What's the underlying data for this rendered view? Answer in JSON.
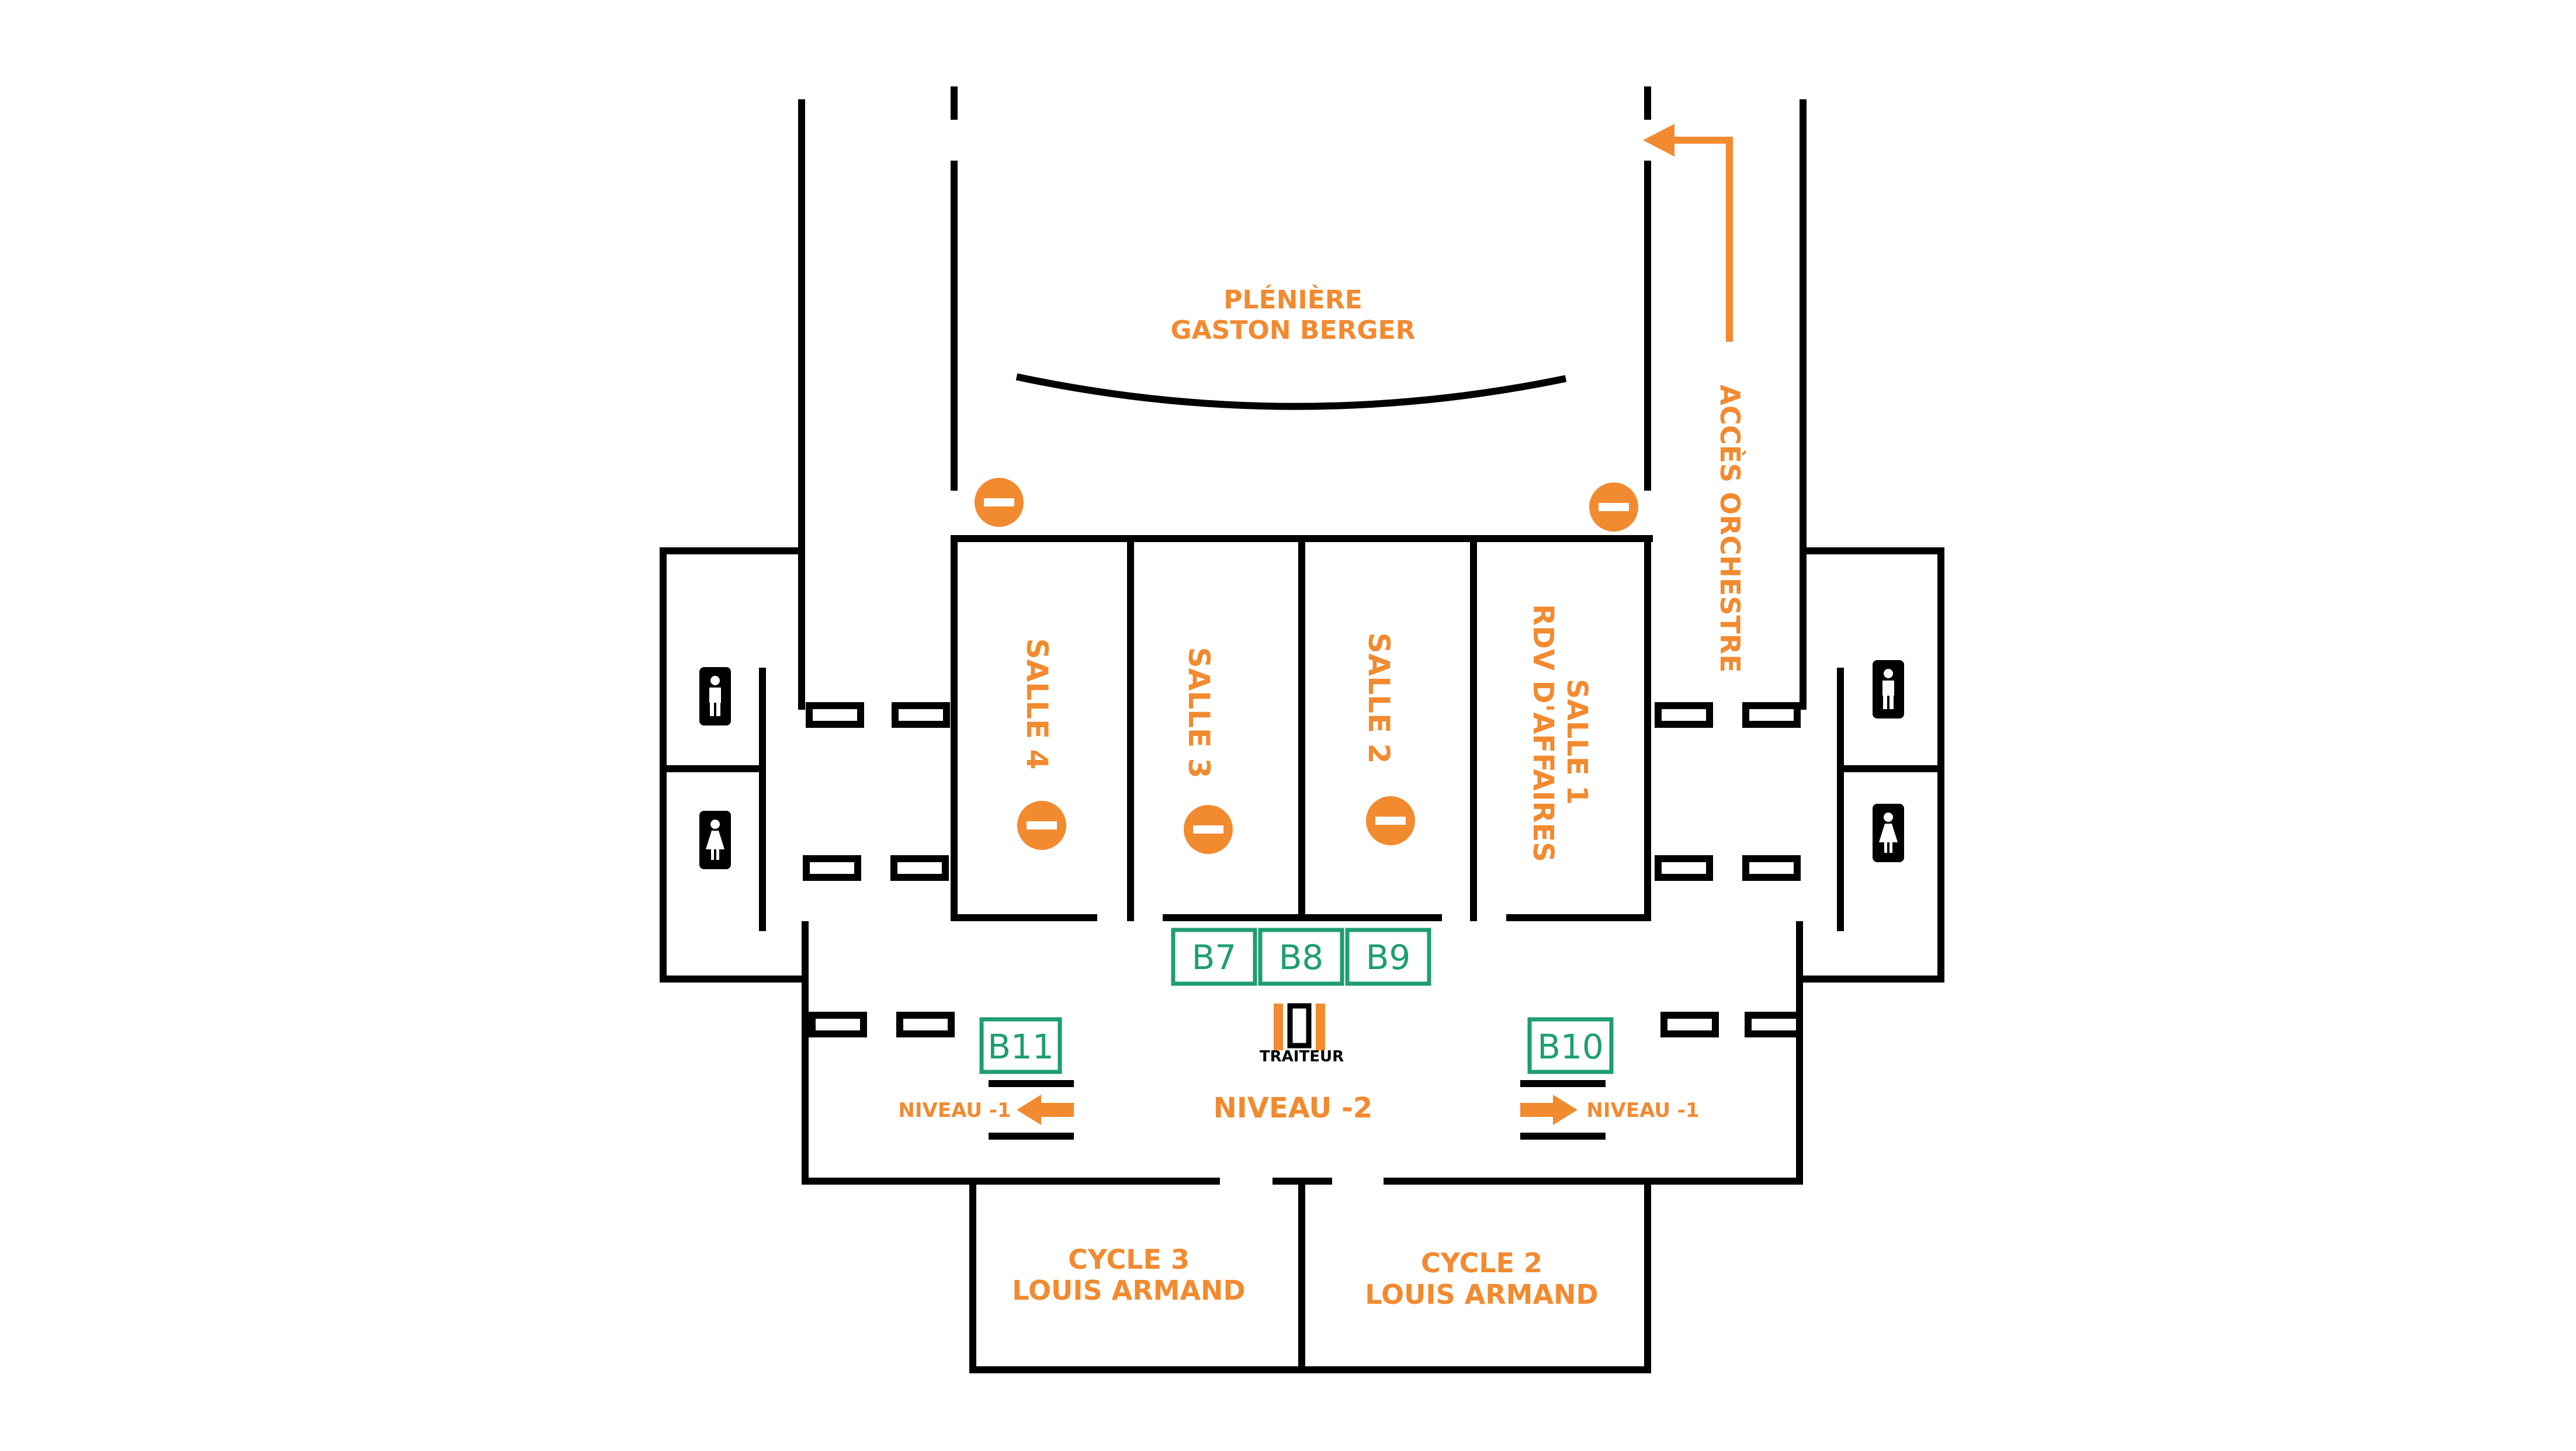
{
  "map": {
    "pleniere": {
      "line1": "PLÉNIÈRE",
      "line2": "GASTON BERGER"
    },
    "acces": "ACCÈS ORCHESTRE",
    "salles": {
      "salle4": "SALLE 4",
      "salle3": "SALLE 3",
      "salle2": "SALLE 2",
      "salle1": {
        "line1": "SALLE 1",
        "line2": "RDV D'AFFAIRES"
      }
    },
    "booths": {
      "b7": "B7",
      "b8": "B8",
      "b9": "B9",
      "b10": "B10",
      "b11": "B11"
    },
    "traiteur": "TRAITEUR",
    "niveau2": "NIVEAU -2",
    "niveau1_left": "NIVEAU -1",
    "niveau1_right": "NIVEAU -1",
    "cycle3": {
      "line1": "CYCLE 3",
      "line2": "LOUIS ARMAND"
    },
    "cycle2": {
      "line1": "CYCLE 2",
      "line2": "LOUIS ARMAND"
    },
    "icons": [
      "no-entry-icon",
      "toilet-man-icon",
      "toilet-woman-icon",
      "traiteur-icon",
      "arrow-icon"
    ],
    "colors": {
      "label": "#F28A30",
      "booth": "#1E9E6E",
      "walls": "#000000"
    }
  }
}
